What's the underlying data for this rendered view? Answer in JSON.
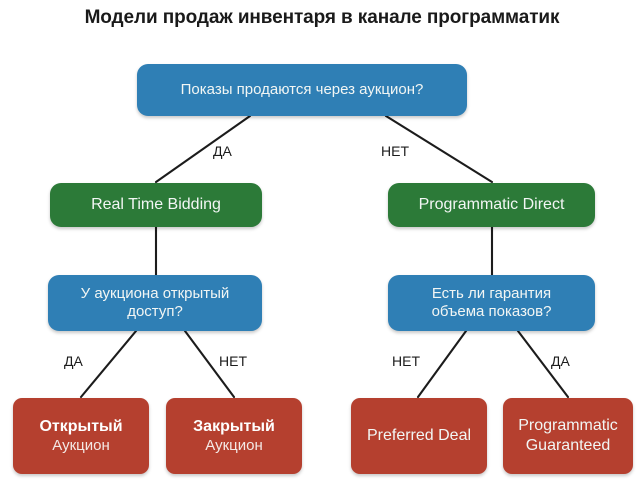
{
  "title": "Модели продаж инвентаря в канале программатик",
  "colors": {
    "decision": "#2f7fb5",
    "model": "#2c7a38",
    "leaf": "#b5402f",
    "edge": "#1c1c1c",
    "background": "#ffffff",
    "title_text": "#1a1a1a"
  },
  "nodes": {
    "root": {
      "label": "Показы продаются через аукцион?"
    },
    "rtb": {
      "label": "Real Time Bidding"
    },
    "programmatic_direct": {
      "label": "Programmatic Direct"
    },
    "auction_access": {
      "line1": "У аукциона открытый",
      "line2": "доступ?"
    },
    "volume_guarantee": {
      "line1": "Есть ли гарантия",
      "line2": "объема показов?"
    },
    "open_auction": {
      "line1": "Открытый",
      "line2": "Аукцион"
    },
    "closed_auction": {
      "line1": "Закрытый",
      "line2": "Аукцион"
    },
    "preferred_deal": {
      "label": "Preferred Deal"
    },
    "programmatic_guaranteed": {
      "line1": "Programmatic",
      "line2": "Guaranteed"
    }
  },
  "edge_labels": {
    "root_yes": "ДА",
    "root_no": "НЕТ",
    "auction_yes": "ДА",
    "auction_no": "НЕТ",
    "volume_no": "НЕТ",
    "volume_yes": "ДА"
  }
}
